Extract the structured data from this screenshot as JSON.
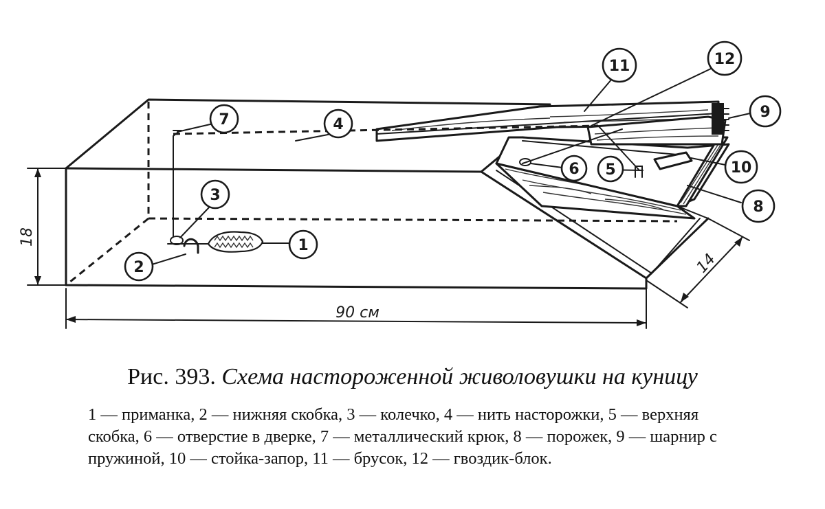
{
  "figure": {
    "number_label": "Рис. 393.",
    "title": "Схема настороженной живоловушки на куницу",
    "legend": "1 — приманка, 2 — нижняя скобка, 3 — колечко, 4 — нить насторожки, 5 — верхняя скобка, 6 — отверстие в дверке, 7 — металлический крюк, 8 — порожек, 9 — шарнир с пружиной, 10 — стойка-запор, 11 — брусок, 12 — гвоздик-блок."
  },
  "dimensions": {
    "height": "18",
    "length": "90 см",
    "width": "14"
  },
  "callouts": [
    "1",
    "2",
    "3",
    "4",
    "5",
    "6",
    "7",
    "8",
    "9",
    "10",
    "11",
    "12"
  ]
}
